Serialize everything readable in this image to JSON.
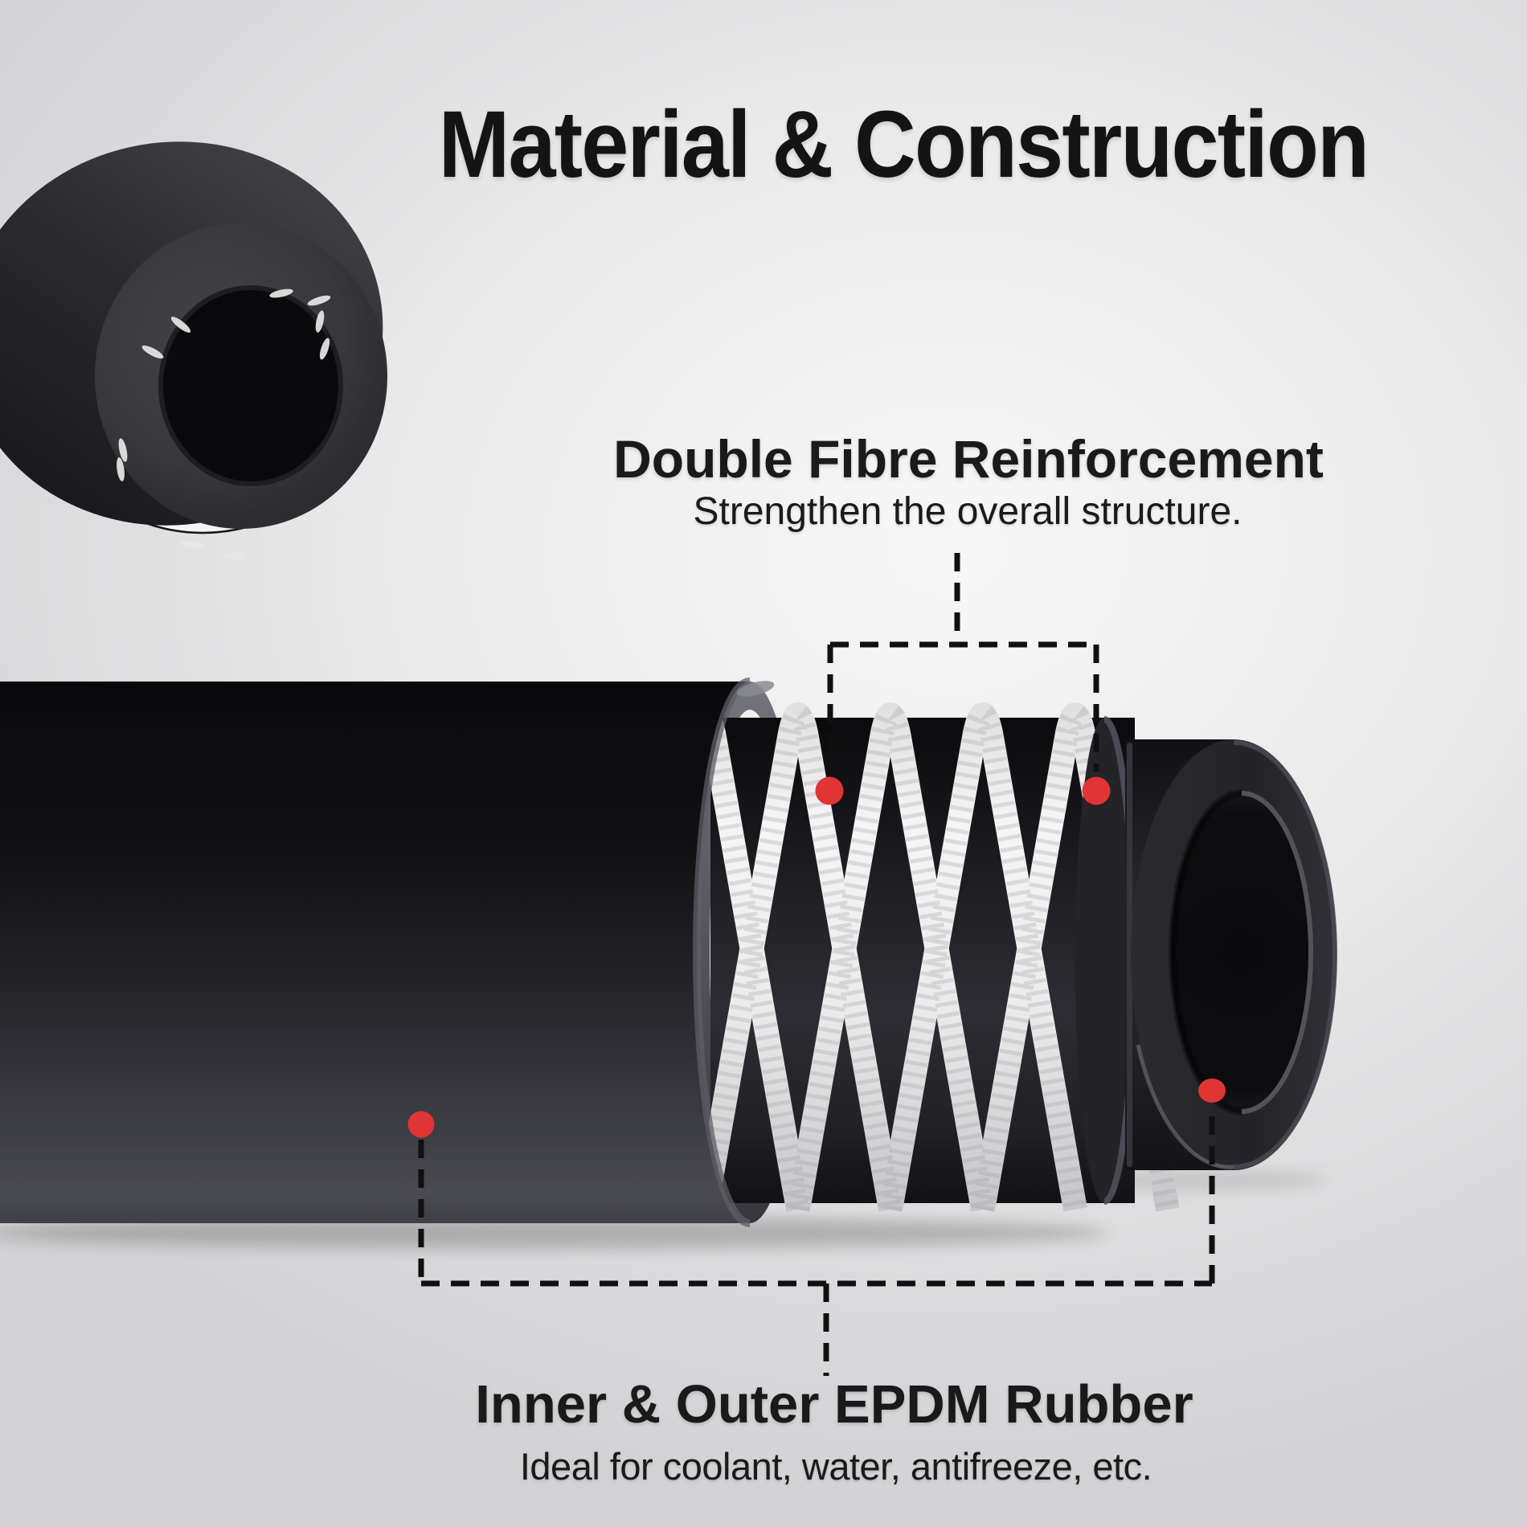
{
  "title": "Material & Construction",
  "callouts": {
    "fibre": {
      "title": "Double Fibre Reinforcement",
      "subtitle": "Strengthen the overall structure."
    },
    "epdm": {
      "title": "Inner & Outer EPDM Rubber",
      "subtitle": "Ideal for coolant, water, antifreeze, etc."
    }
  },
  "colors": {
    "accent_red": "#e03534",
    "callout_line": "#101010",
    "title_text": "#141414",
    "body_text": "#1a1a1a"
  },
  "illustration": {
    "inset": "hose-cross-section-photo",
    "layers": [
      "outer-epdm-rubber",
      "double-fibre-reinforcement-braid",
      "inner-epdm-rubber-tube"
    ]
  }
}
